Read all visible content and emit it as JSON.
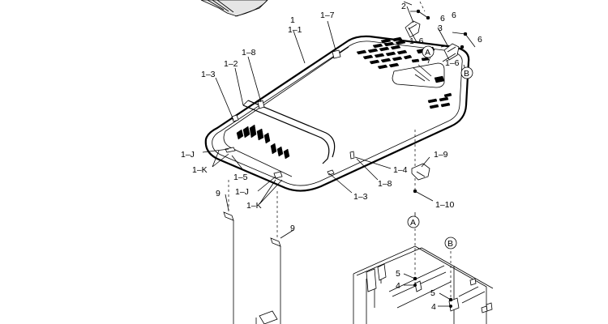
{
  "callouts": {
    "c1": "1",
    "c1_1": "1–1",
    "c1_7": "1–7",
    "c2": "2",
    "c6a": "6",
    "c6b": "6",
    "c1_6a": "1–6",
    "c3": "3",
    "c6c": "6",
    "cA": "A",
    "c1_6b": "1–6",
    "cB": "B",
    "c1_8a": "1–8",
    "c1_2": "1–2",
    "c1_3a": "1–3",
    "c1_9": "1–9",
    "c1_J_a": "1–J",
    "c1_K_a": "1–K",
    "c1_5": "1–5",
    "c1_4": "1–4",
    "c1_8b": "1–8",
    "c9a": "9",
    "c1_J_b": "1–J",
    "c1_3b": "1–3",
    "c1_10": "1–10",
    "c1_K_b": "1–K",
    "c9b": "9",
    "cA2": "A",
    "cB2": "B",
    "c5a": "5",
    "c4a": "4",
    "c5b": "5",
    "c4b": "4"
  },
  "colors": {
    "line": "#000000",
    "background": "#ffffff"
  }
}
